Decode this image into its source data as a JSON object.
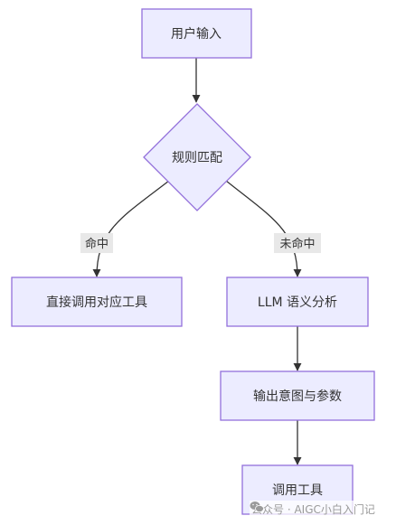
{
  "nodes": {
    "user_input": "用户输入",
    "rule_match": "规则匹配",
    "call_tool_direct": "直接调用对应工具",
    "llm_analysis": "LLM 语义分析",
    "output_intent": "输出意图与参数",
    "call_tool": "调用工具"
  },
  "edges": {
    "hit": "命中",
    "miss": "未命中"
  },
  "watermark": {
    "text": "公众号 · AIGC小白入门记",
    "icon": "wechat-icon"
  },
  "colors": {
    "node_fill": "#ECECFF",
    "node_stroke": "#9370DB",
    "edge": "#333333",
    "edge_label_bg": "#e8e8e8"
  }
}
